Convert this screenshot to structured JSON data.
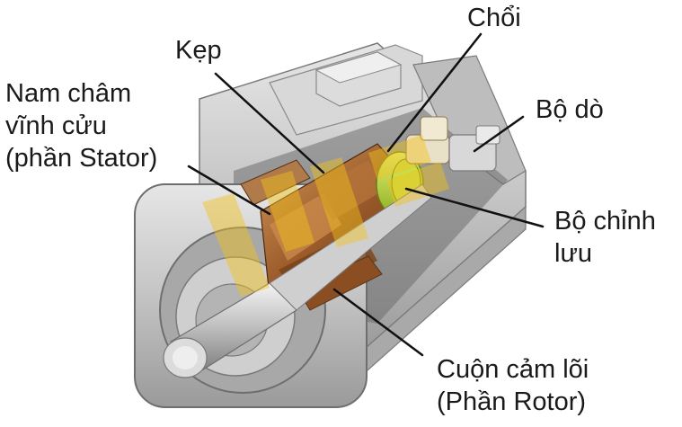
{
  "labels": {
    "clamp": "Kẹp",
    "brush": "Chổi",
    "stator": [
      "Nam châm",
      "vĩnh cửu",
      "(phần Stator)"
    ],
    "encoder": "Bộ dò",
    "commutator": [
      "Bộ chỉnh",
      "lưu"
    ],
    "rotor": [
      "Cuộn cảm lõi",
      "(Phần Rotor)"
    ]
  },
  "colors": {
    "housing": "#c9c9c9",
    "housing_dark": "#8e8e8e",
    "copper": "#9a5a2a",
    "copper_light": "#c98a4a",
    "commutator": "#b7d43a",
    "watermark": "#f2c21a",
    "leader_line": "#111111"
  }
}
